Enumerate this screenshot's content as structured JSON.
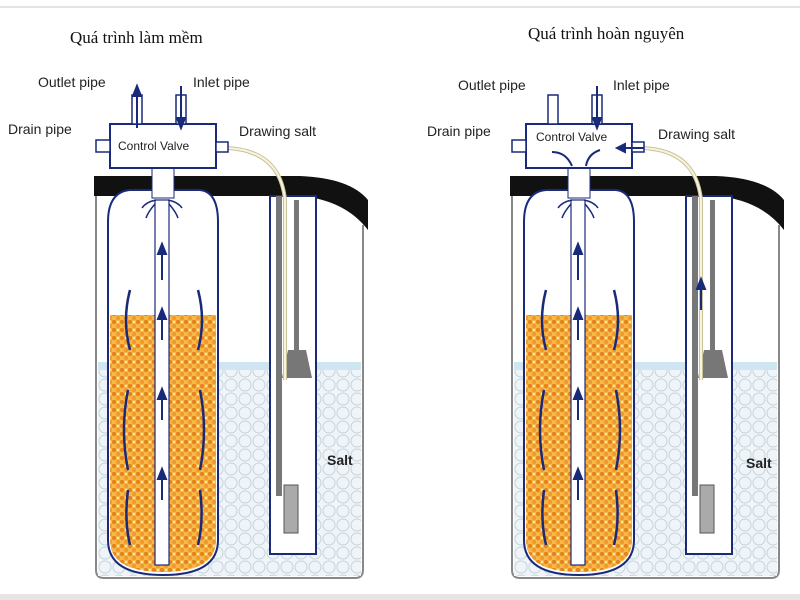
{
  "diagrams": [
    {
      "title": "Quá trình làm mềm",
      "labels": {
        "outlet": "Outlet pipe",
        "inlet": "Inlet pipe",
        "drain": "Drain pipe",
        "drawing_salt": "Drawing salt",
        "control_valve": "Control Valve",
        "salt": "Salt"
      }
    },
    {
      "title": "Quá trình hoàn nguyên",
      "labels": {
        "outlet": "Outlet pipe",
        "inlet": "Inlet pipe",
        "drain": "Drain pipe",
        "drawing_salt": "Drawing salt",
        "control_valve": "Control Valve",
        "salt": "Salt"
      }
    }
  ],
  "colors": {
    "resin": "#f0a030",
    "outline": "#1a2a7a",
    "brine": "#cfe6f2",
    "lid": "#111111"
  }
}
